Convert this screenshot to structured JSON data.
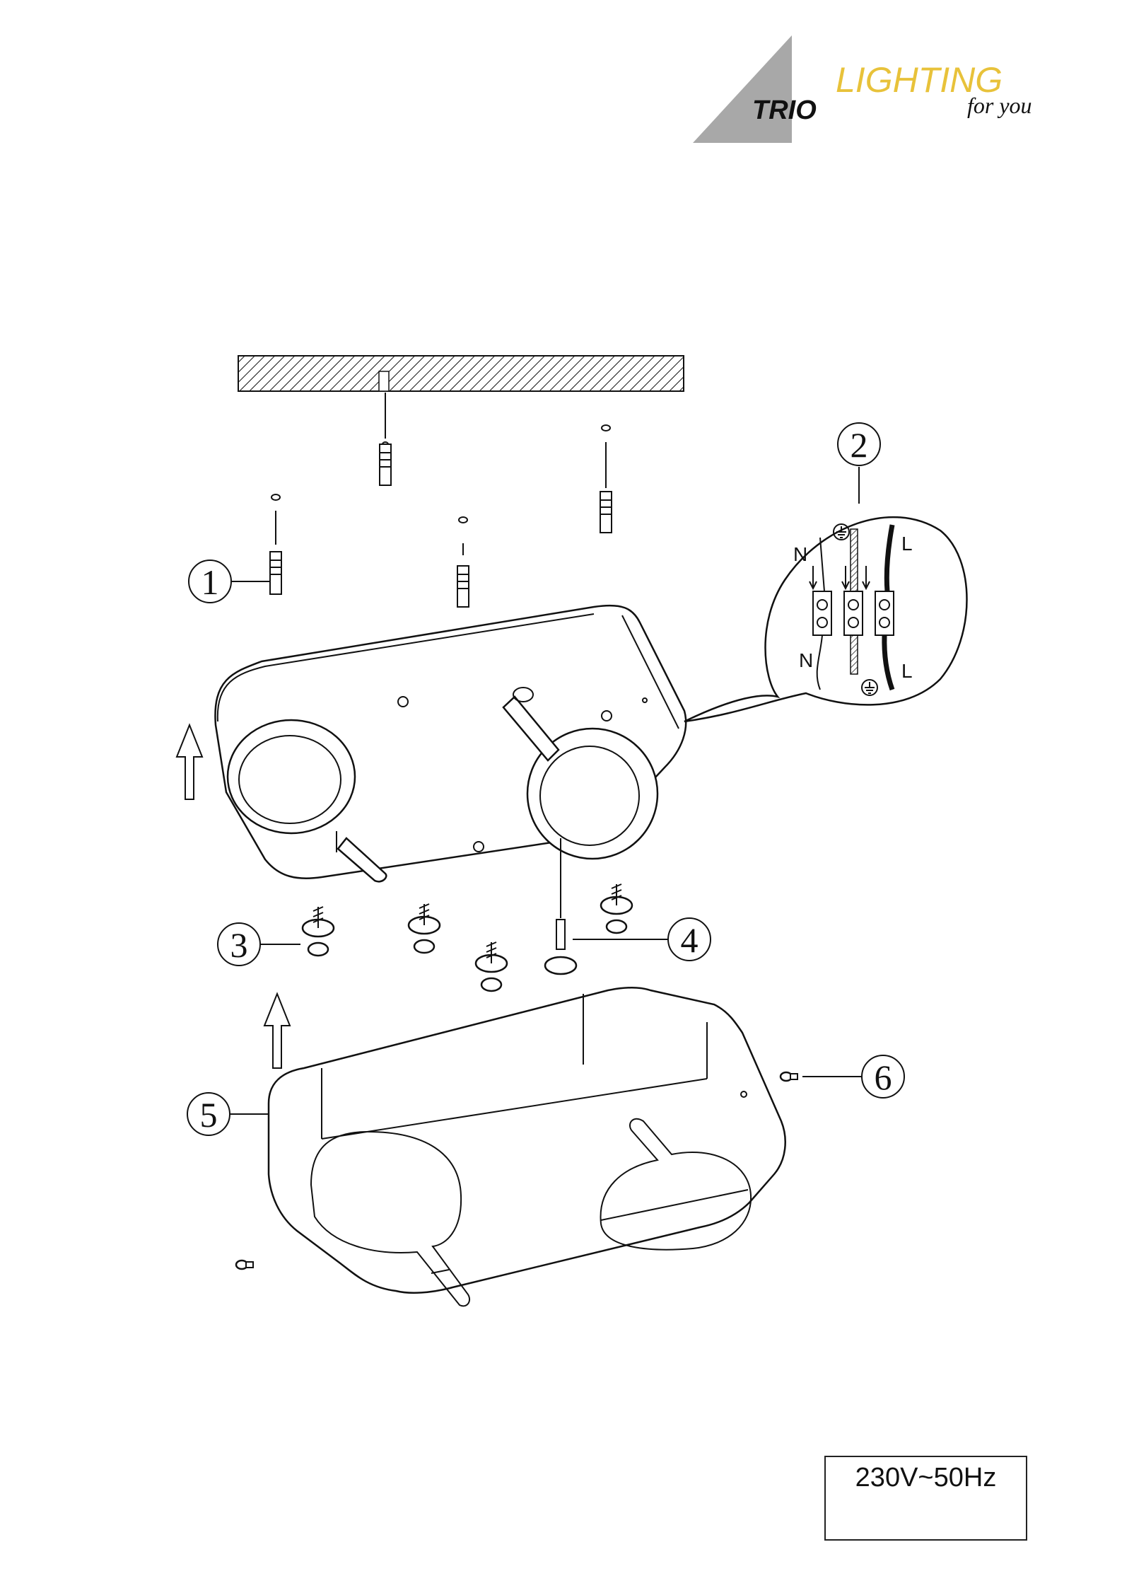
{
  "brand": {
    "name": "TRIO",
    "tagline": "LIGHTING",
    "subtagline": "for you",
    "colors": {
      "triangle": "#a8a8a8",
      "tagline": "#e8c23a",
      "text": "#111111"
    }
  },
  "callouts": [
    "1",
    "2",
    "3",
    "4",
    "5",
    "6"
  ],
  "wiring": {
    "labels_top": [
      "N",
      "L"
    ],
    "labels_bottom": [
      "N",
      "L"
    ],
    "ground_icon": "earth-ground-icon"
  },
  "voltage": "230V~50Hz"
}
